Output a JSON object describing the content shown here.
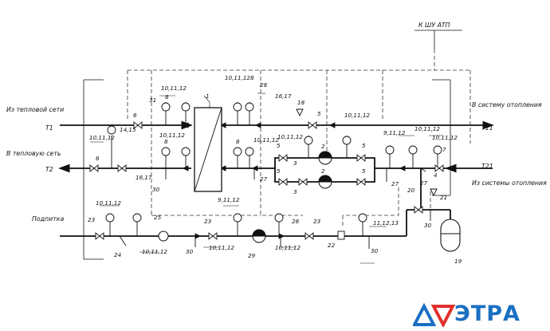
{
  "pipes": {
    "t1_caption": "Из тепловой сети",
    "t1_code": "T1",
    "t2_caption": "В тепловую сеть",
    "t2_code": "T2",
    "feed_caption": "Подпитка",
    "t11_caption": "В систему отопления",
    "t11_code": "T11",
    "t21_caption": "Из системы отопления",
    "t21_code": "T21",
    "atp_caption": "К ШУ АТП"
  },
  "callouts": [
    "1",
    "2",
    "2",
    "3",
    "3",
    "4",
    "5",
    "5",
    "5",
    "5",
    "5",
    "6",
    "6",
    "7",
    "8",
    "8",
    "8",
    "8",
    "9,11,12",
    "9,11,12",
    "10,11,12",
    "10,11,12",
    "10,11,12",
    "10,11,12",
    "10,11,12",
    "10,11,12",
    "10,11,12",
    "10,11,12",
    "10,11,12",
    "10,11,12",
    "10,11,12",
    "10,11,12",
    "10,11,12",
    "11,12,13",
    "14,15",
    "16,17",
    "16,17",
    "18",
    "19",
    "20",
    "21",
    "22",
    "23",
    "23",
    "23",
    "24",
    "25",
    "26",
    "27",
    "27",
    "27",
    "28",
    "29",
    "30",
    "30",
    "30",
    "30",
    "31"
  ],
  "logo": {
    "text": "ЭТРА",
    "color": "#1a6fc2",
    "accent": "#e0302c"
  }
}
